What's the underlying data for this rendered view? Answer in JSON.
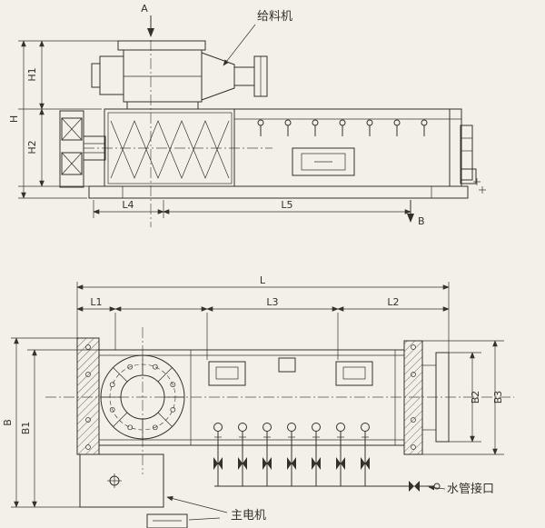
{
  "colors": {
    "paper": "#f3f0e9",
    "ink": "#34312b"
  },
  "views": {
    "side": {
      "section_a": "A",
      "section_b": "B",
      "feeder_label": "给料机",
      "dims": {
        "h1": "H1",
        "h": "H",
        "h2": "H2",
        "l4": "L4",
        "l5": "L5"
      }
    },
    "plan": {
      "dims": {
        "l": "L",
        "l1": "L1",
        "l2": "L2",
        "l3": "L3",
        "b": "B",
        "b1": "B1",
        "b2": "B2",
        "b3": "B3"
      },
      "motor_label": "主电机",
      "water_label": "水管接口"
    }
  }
}
